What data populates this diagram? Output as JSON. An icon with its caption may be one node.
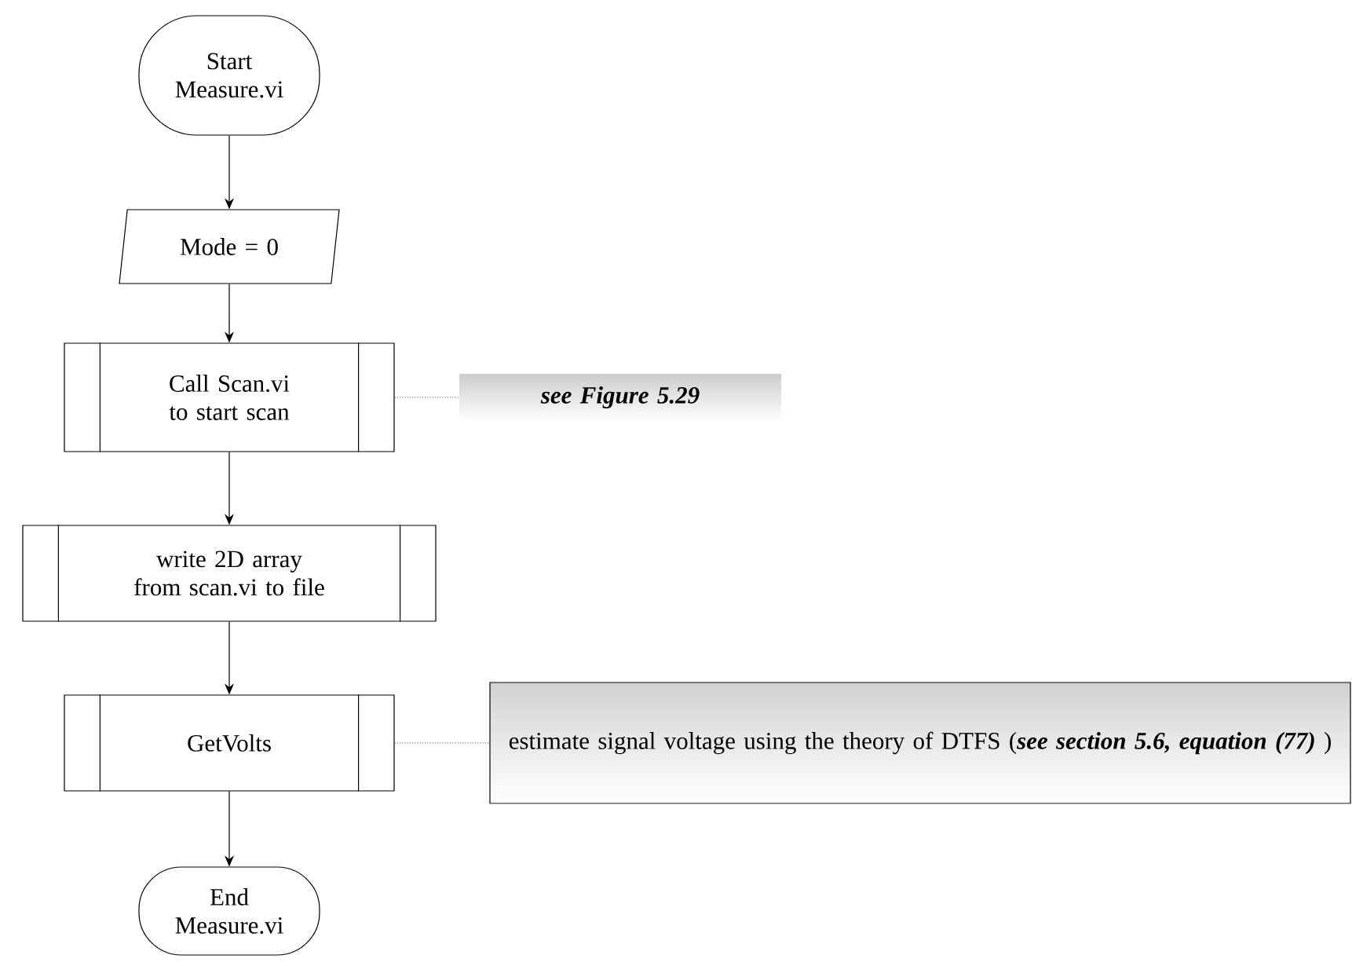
{
  "diagram": {
    "nodes": [
      {
        "text": [
          "Start Measure.vi"
        ]
      },
      {
        "text": [
          "Mode = 0"
        ]
      },
      {
        "text": [
          "Call Scan.vi to start scan"
        ]
      },
      {
        "text": [
          "write 2D array from scan.vi to file"
        ]
      },
      {
        "text": [
          "GetVolts"
        ]
      },
      {
        "text": [
          "End Measure.vi"
        ]
      },
      {
        "text": [
          "see Figure 5.29"
        ]
      },
      {
        "text": [
          "estimate signal voltage using the theory of DTFS (**see section 5.6, equation (77)** )"
        ]
      }
    ],
    "edges": [
      {
        "from": 0,
        "to": 1,
        "arrow": "to"
      },
      {
        "from": 1,
        "to": 2,
        "arrow": "to"
      },
      {
        "from": 2,
        "to": 3,
        "arrow": "to"
      },
      {
        "from": 3,
        "to": 4,
        "arrow": "to"
      },
      {
        "from": 4,
        "to": 5,
        "arrow": "to"
      },
      {
        "from": 2,
        "to": 6,
        "arrow": "none",
        "style": "dashed",
        "color": "#666666"
      },
      {
        "from": 4,
        "to": 7,
        "arrow": "none",
        "style": "dashed",
        "color": "#666666"
      }
    ]
  }
}
